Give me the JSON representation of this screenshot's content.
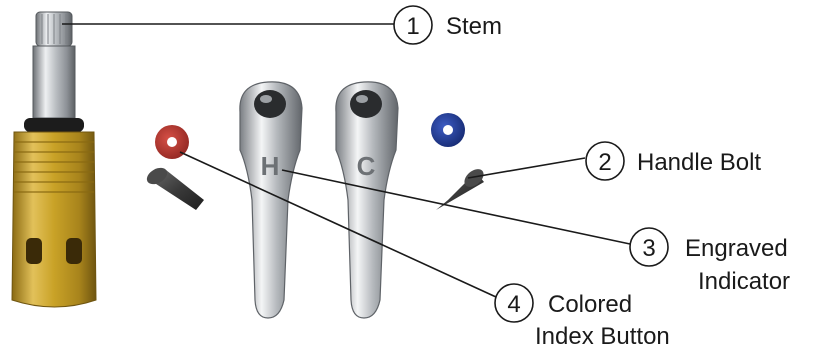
{
  "callouts": [
    {
      "number": "1",
      "label_lines": [
        "Stem"
      ]
    },
    {
      "number": "2",
      "label_lines": [
        "Handle Bolt"
      ]
    },
    {
      "number": "3",
      "label_lines": [
        "Engraved",
        "Indicator"
      ]
    },
    {
      "number": "4",
      "label_lines": [
        "Colored",
        "Index Button"
      ]
    }
  ],
  "handle_engravings": {
    "hot": "H",
    "cold": "C"
  },
  "colors": {
    "brass": "#c9a227",
    "chrome": "#c4c8cc",
    "red_button": "#b0322b",
    "blue_button": "#1f3a9a",
    "line": "#1a1a1a"
  }
}
